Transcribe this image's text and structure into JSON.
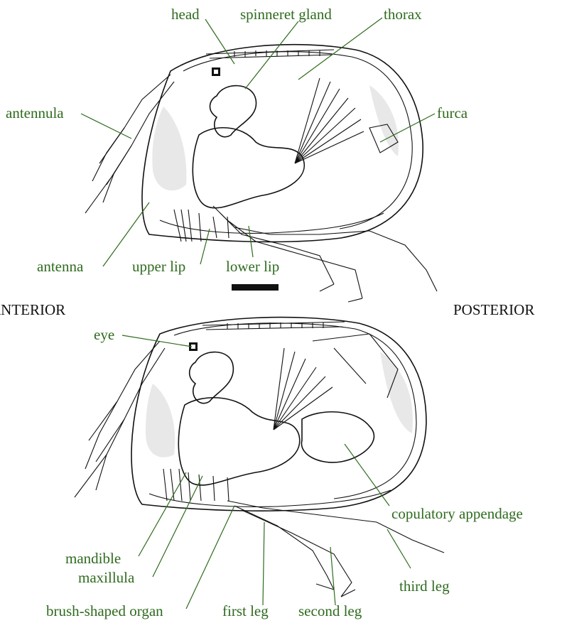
{
  "colors": {
    "label": "#2f6b1e",
    "outline": "#111111",
    "background": "#ffffff"
  },
  "orientation": {
    "anterior": "ANTERIOR",
    "posterior": "POSTERIOR"
  },
  "top_figure": {
    "labels": {
      "head": "head",
      "spinneret_gland": "spinneret gland",
      "thorax": "thorax",
      "antennula": "antennula",
      "furca": "furca",
      "antenna": "antenna",
      "upper_lip": "upper lip",
      "lower_lip": "lower lip"
    }
  },
  "bottom_figure": {
    "labels": {
      "eye": "eye",
      "copulatory_appendage": "copulatory appendage",
      "mandible": "mandible",
      "maxillula": "maxillula",
      "third_leg": "third leg",
      "brush_shaped_organ": "brush-shaped organ",
      "first_leg": "first leg",
      "second_leg": "second leg"
    }
  },
  "scale_bar": {
    "icon": "scale-bar"
  }
}
